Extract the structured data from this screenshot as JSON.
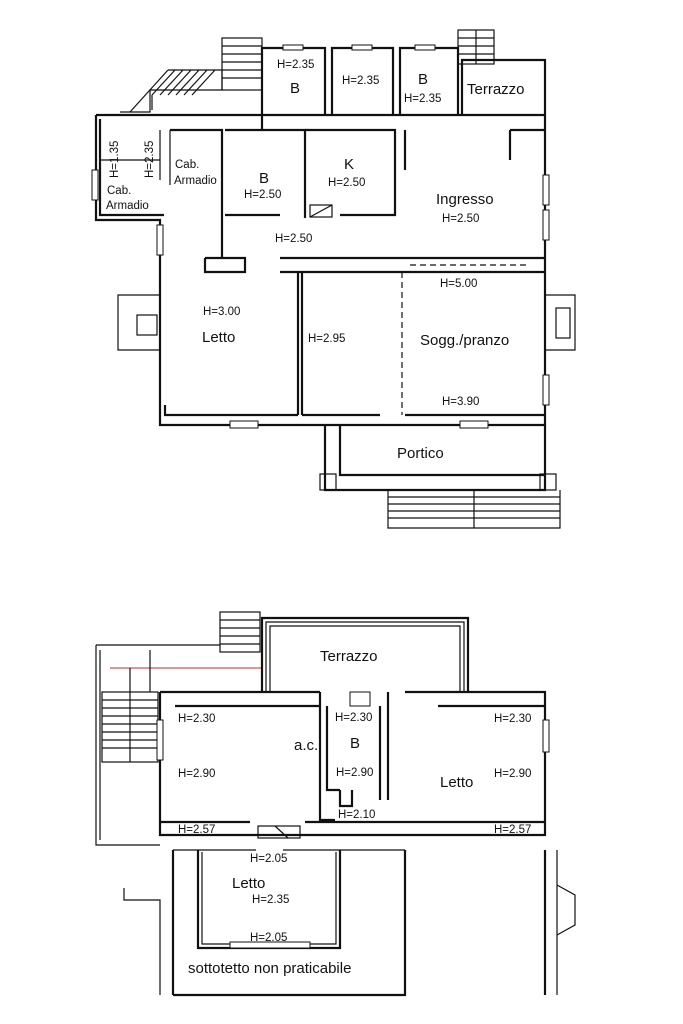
{
  "ground_floor": {
    "rooms": {
      "bath_left": {
        "name": "B",
        "height": "H=2.35"
      },
      "mid_upper": {
        "height": "H=2.35"
      },
      "bath_right": {
        "name": "B",
        "height": "H=2.35"
      },
      "terrace": {
        "name": "Terrazzo"
      },
      "closet_small_h1": "H=1.35",
      "closet_small_h2": "H=2.35",
      "closet_small": {
        "line1": "Cab.",
        "line2": "Armadio"
      },
      "closet_large": {
        "line1": "Cab.",
        "line2": "Armadio"
      },
      "bath_center": {
        "name": "B",
        "height": "H=2.50"
      },
      "kitchen": {
        "name": "K",
        "height": "H=2.50"
      },
      "entrance": {
        "name": "Ingresso",
        "height": "H=2.50"
      },
      "corridor": {
        "height": "H=2.50"
      },
      "living_dash": {
        "height": "H=5.00"
      },
      "bedroom": {
        "name": "Letto",
        "height": "H=3.00"
      },
      "middle_room": {
        "height": "H=2.95"
      },
      "living": {
        "name": "Sogg./pranzo",
        "height": "H=3.90"
      },
      "porch": {
        "name": "Portico"
      }
    }
  },
  "upper_floor": {
    "rooms": {
      "terrace": {
        "name": "Terrazzo"
      },
      "left_h1": "H=2.30",
      "left_h2": "H=2.90",
      "left_h3": "H=2.57",
      "ac": {
        "name": "a.c."
      },
      "bath": {
        "name": "B",
        "height_top": "H=2.30",
        "height": "H=2.90"
      },
      "hall_height": "H=2.10",
      "bedroom_right": {
        "name": "Letto",
        "h1": "H=2.30",
        "h2": "H=2.90",
        "h3": "H=2.57"
      },
      "attic_bedroom": {
        "name": "Letto",
        "h1": "H=2.05",
        "h2": "H=2.35",
        "h3": "H=2.05"
      },
      "attic": {
        "name": "sottotetto non praticabile"
      }
    }
  }
}
